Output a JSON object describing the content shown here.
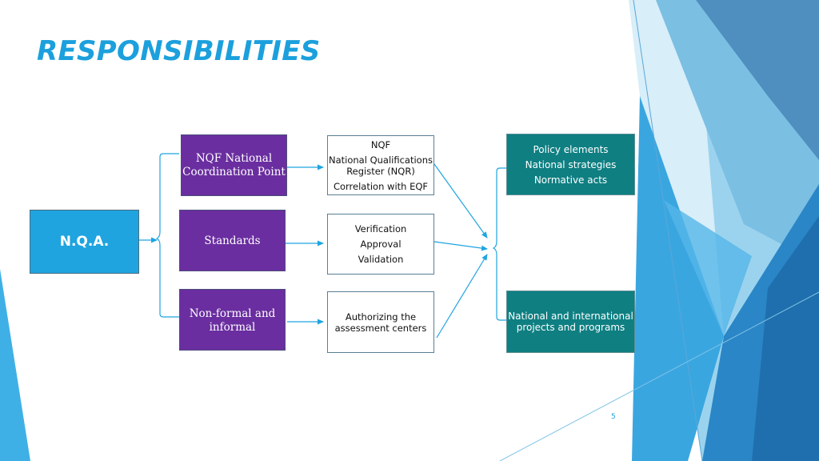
{
  "slide": {
    "title": "RESPONSIBILITIES",
    "page_number": "5"
  },
  "colors": {
    "title": "#1ca0dd",
    "nqa_box": "#1fa4e0",
    "purple_box": "#6a2ea0",
    "teal_box": "#0f7f82",
    "arrow": "#1fa4e0",
    "connector": "#1fa4e0"
  },
  "diagram": {
    "root": {
      "label": "N.Q.A."
    },
    "branches": [
      {
        "label_lines": [
          "NQF National",
          "Coordination Point"
        ]
      },
      {
        "label_lines": [
          "Standards"
        ]
      },
      {
        "label_lines": [
          "Non-formal and",
          "informal"
        ]
      }
    ],
    "details": [
      {
        "lines": [
          "NQF",
          "National Qualifications",
          "Register (NQR)",
          "Correlation with EQF"
        ]
      },
      {
        "lines": [
          "Verification",
          "Approval",
          "Validation"
        ]
      },
      {
        "lines": [
          "Authorizing the",
          "assessment centers"
        ]
      }
    ],
    "outcomes": [
      {
        "lines": [
          "Policy elements",
          "National strategies",
          "Normative acts"
        ]
      },
      {
        "lines": [
          "National and international",
          "projects and programs"
        ]
      }
    ]
  }
}
